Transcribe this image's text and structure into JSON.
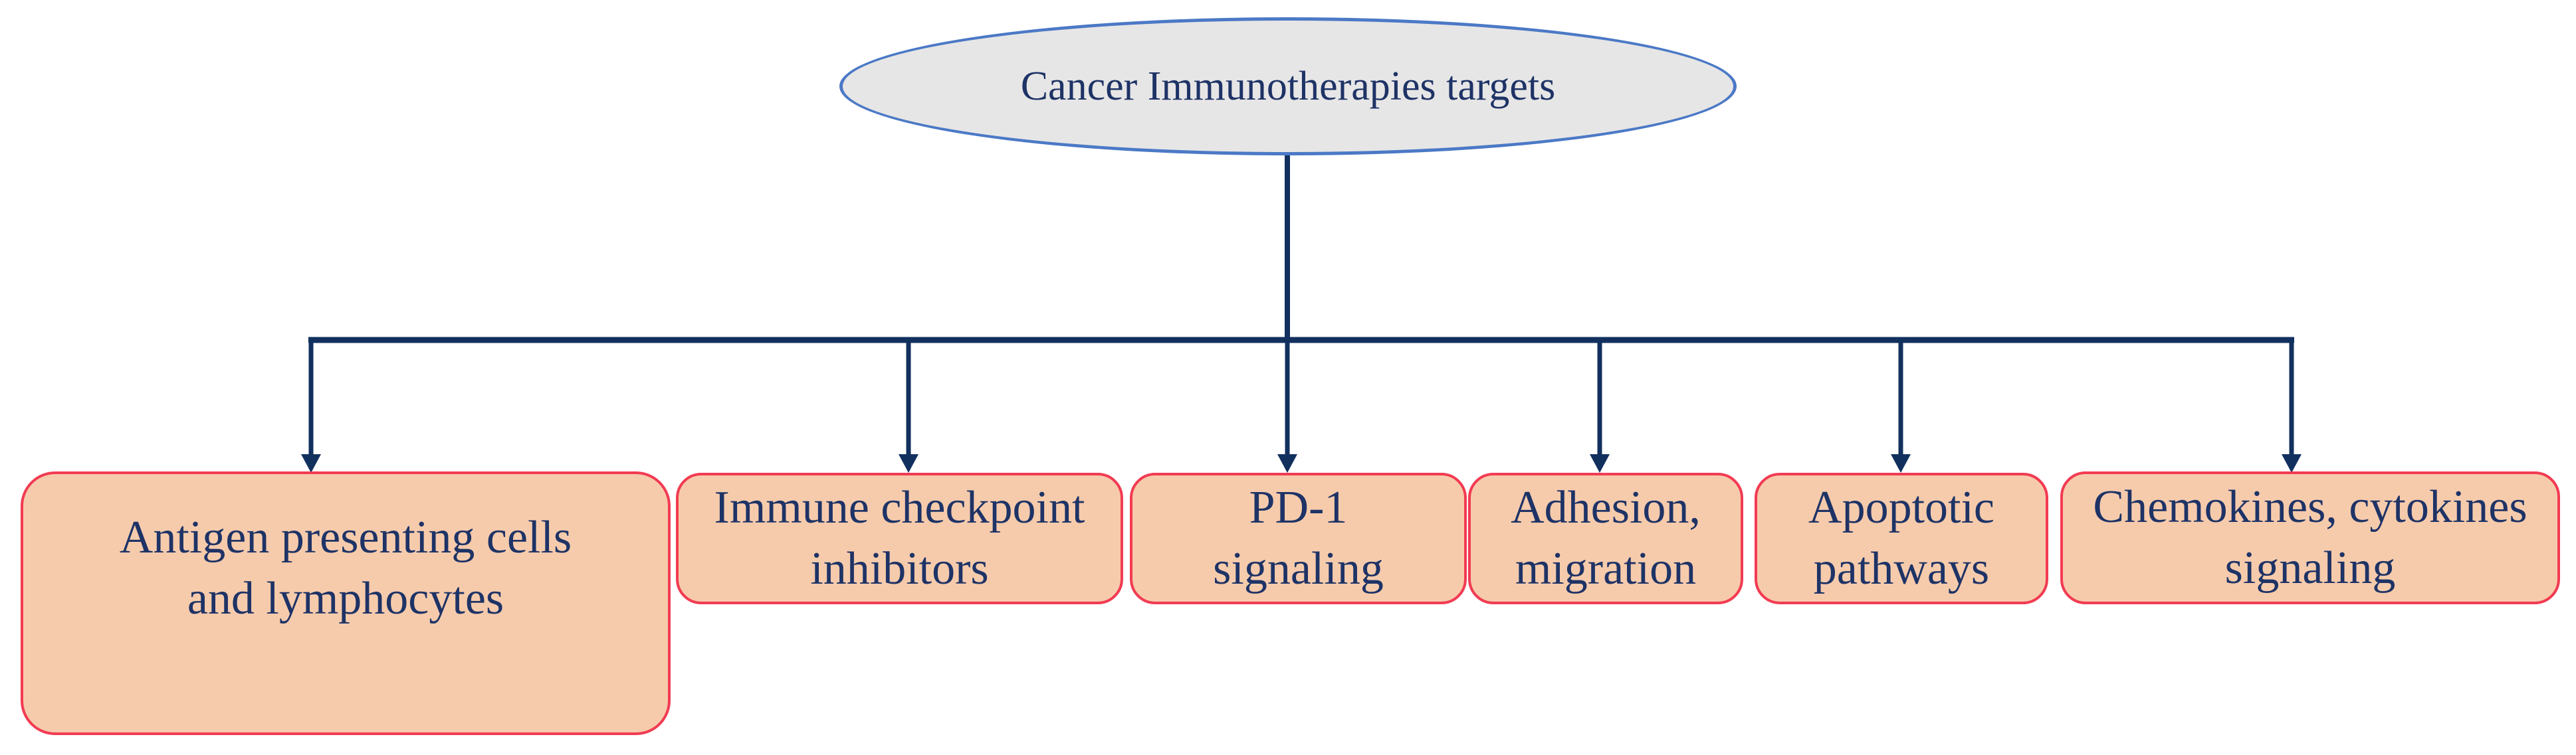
{
  "colors": {
    "line_color": "#12305e",
    "text_color": "#1e3366",
    "box_border": "#f23b52",
    "box_fill": "#f6cbac",
    "ellipse_border": "#4b79c6",
    "ellipse_fill": "#e7e6e6"
  },
  "diagram": {
    "root": {
      "label": "Cancer Immunotherapies targets"
    },
    "boxes": [
      {
        "name": "antigen-presenting-cells-and-lymphocytes",
        "label": "Antigen presenting cells and lymphocytes",
        "lines": [
          "Antigen presenting cells",
          "and lymphocytes"
        ]
      },
      {
        "name": "immune-checkpoint-inhibitors",
        "label": "Immune checkpoint inhibitors",
        "lines": [
          "Immune checkpoint",
          "inhibitors"
        ]
      },
      {
        "name": "pd-1-signaling",
        "label": "PD-1 signaling",
        "lines": [
          "PD-1",
          "signaling"
        ]
      },
      {
        "name": "adhesion-migration",
        "label": "Adhesion, migration",
        "lines": [
          "Adhesion,",
          "migration"
        ]
      },
      {
        "name": "apoptotic-pathways",
        "label": "Apoptotic pathways",
        "lines": [
          "Apoptotic",
          "pathways"
        ]
      },
      {
        "name": "chemokines-cytokines-signaling",
        "label": "Chemokines, cytokines signaling",
        "lines": [
          "Chemokines, cytokines",
          "signaling"
        ]
      }
    ]
  }
}
